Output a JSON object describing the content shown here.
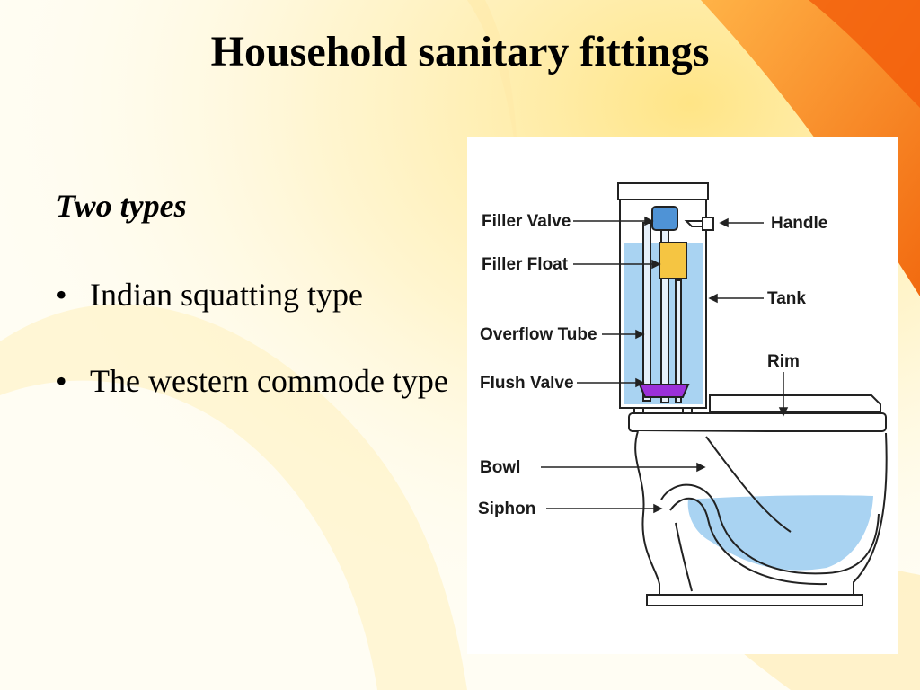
{
  "slide": {
    "title": "Household sanitary fittings",
    "subtitle": "Two types",
    "bullet_symbol": "•",
    "bullets": [
      "Indian squatting type",
      "The western commode type"
    ]
  },
  "diagram": {
    "labels": {
      "filler_valve": "Filler Valve",
      "filler_float": "Filler Float",
      "overflow_tube": "Overflow Tube",
      "flush_valve": "Flush Valve",
      "handle": "Handle",
      "tank": "Tank",
      "rim": "Rim",
      "bowl": "Bowl",
      "siphon": "Siphon"
    },
    "colors": {
      "water": "#a9d3f2",
      "float": "#f5c542",
      "valve": "#4f93d6",
      "flush_valve": "#9b30d9",
      "outline": "#222222"
    }
  },
  "theme": {
    "background": "#fffdf3",
    "accent_orange": "#f47b20",
    "accent_yellow": "#ffd24a"
  }
}
